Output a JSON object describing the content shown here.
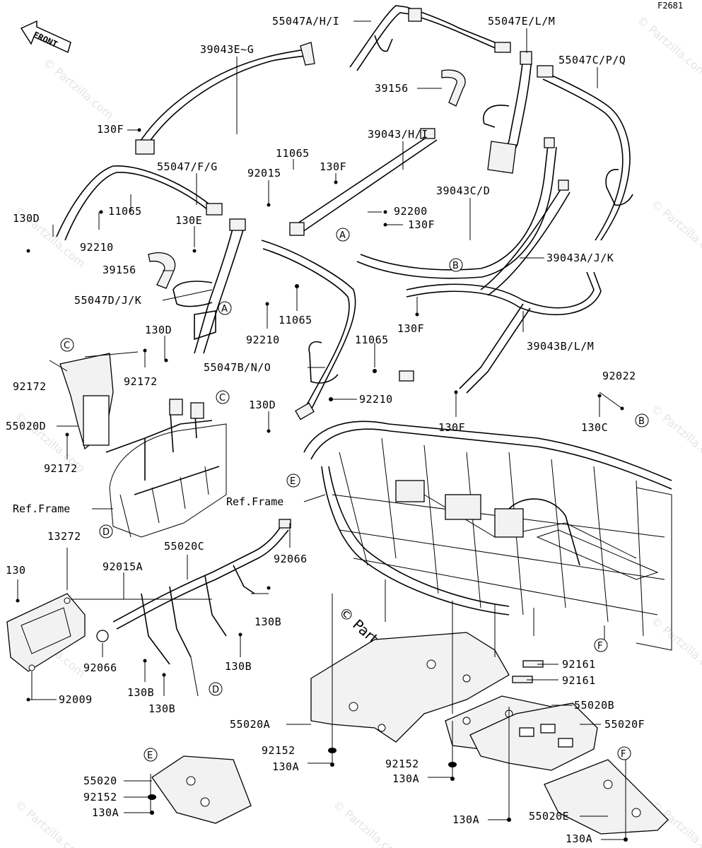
{
  "figure_id": "F2681",
  "front_arrow_label": "FRONT",
  "watermark_text": "© Partzilla.com",
  "center_watermark": "© Partzilla.com",
  "ref_labels": {
    "ref_frame_left": "Ref.Frame",
    "ref_frame_right": "Ref.Frame"
  },
  "callouts": {
    "A": "A",
    "B": "B",
    "C": "C",
    "D": "D",
    "E": "E",
    "F": "F"
  },
  "parts": {
    "p55047AHI": "55047A/H/I",
    "p55047ELM": "55047E/L/M",
    "p55047CPQ": "55047C/P/Q",
    "p39043EG": "39043E~G",
    "p39156_top": "39156",
    "p130F_a": "130F",
    "p39043HI": "39043/H/I",
    "p11065_a": "11065",
    "p92015": "92015",
    "p130F_b": "130F",
    "p55047FG": "55047/F/G",
    "p39043CD": "39043C/D",
    "p92200": "92200",
    "p130F_c": "130F",
    "p130D_a": "130D",
    "p11065_b": "11065",
    "p92210_a": "92210",
    "p130E": "130E",
    "p39156_mid": "39156",
    "p39043AJK": "39043A/J/K",
    "p55047DJK": "55047D/J/K",
    "p11065_c": "11065",
    "p92210_b": "92210",
    "p130D_b": "130D",
    "p130F_d": "130F",
    "p39043BLM": "39043B/L/M",
    "p11065_d": "11065",
    "p55047BNO": "55047B/N/O",
    "p92210_c": "92210",
    "p92172_a": "92172",
    "p92172_b": "92172",
    "p92022": "92022",
    "p130D_c": "130D",
    "p130F_e": "130F",
    "p130C": "130C",
    "p55020D": "55020D",
    "p92172_c": "92172",
    "p13272": "13272",
    "p55020C": "55020C",
    "p92066_a": "92066",
    "p130": "130",
    "p92015A": "92015A",
    "p130B_a": "130B",
    "p130B_b": "130B",
    "p92066_b": "92066",
    "p130B_c": "130B",
    "p130B_d": "130B",
    "p92009": "92009",
    "p92161_a": "92161",
    "p92161_b": "92161",
    "p55020B": "55020B",
    "p55020A": "55020A",
    "p55020F": "55020F",
    "p92152_a": "92152",
    "p130A_a": "130A",
    "p92152_b": "92152",
    "p130A_b": "130A",
    "p130A_c": "130A",
    "p55020": "55020",
    "p92152_c": "92152",
    "p130A_d": "130A",
    "p55020E": "55020E",
    "p130A_e": "130A"
  }
}
